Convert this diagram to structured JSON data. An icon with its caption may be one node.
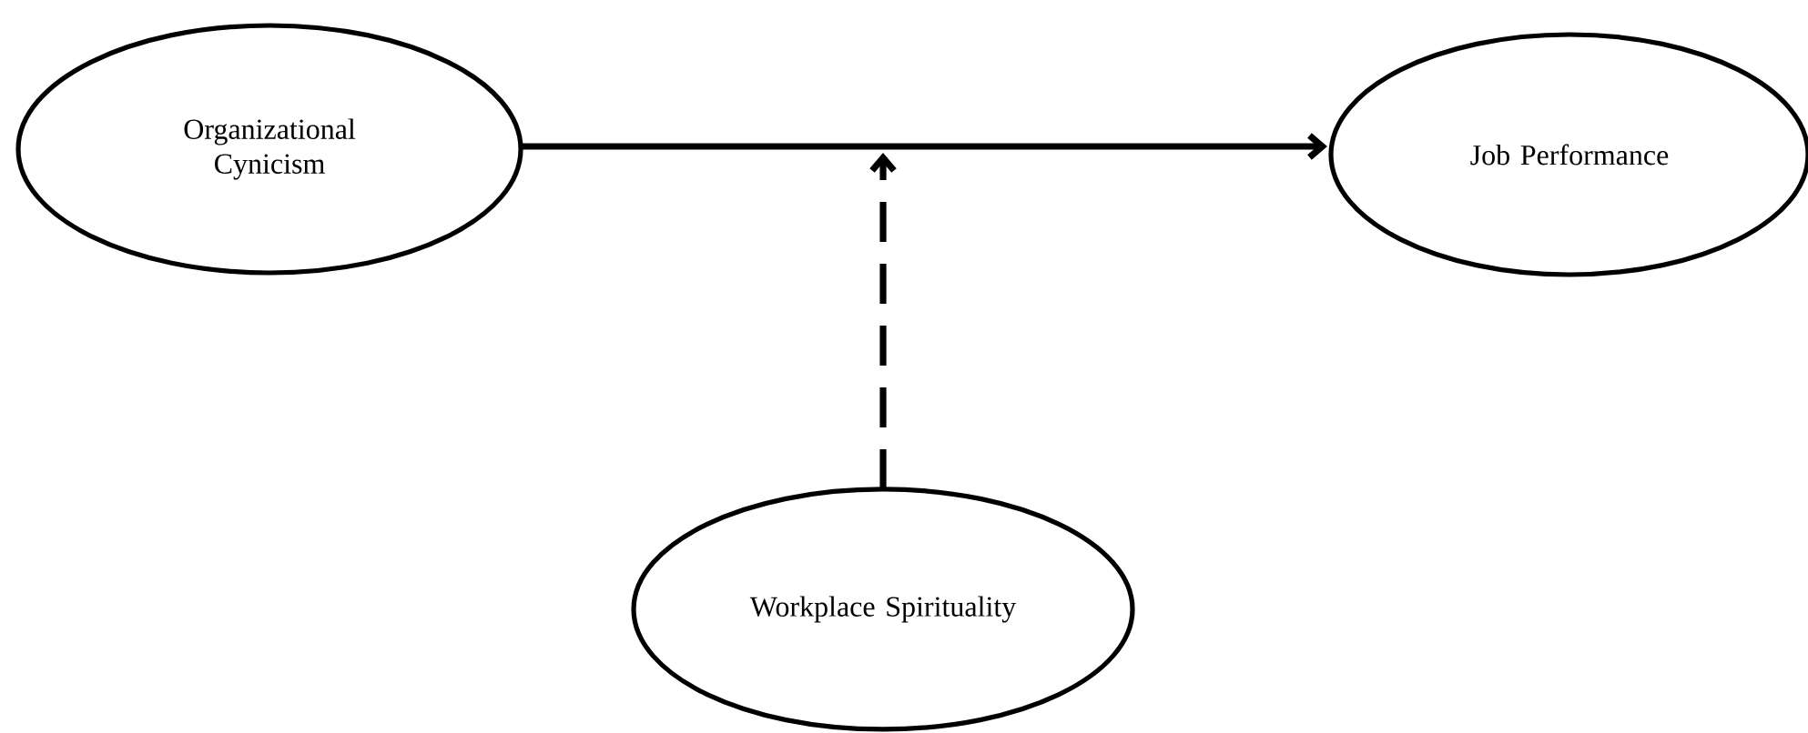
{
  "diagram": {
    "nodes": [
      {
        "text": [
          "Organizational Cynicism"
        ]
      },
      {
        "text": [
          "Job Performance"
        ]
      },
      {
        "text": [
          "Workplace Spirituality"
        ]
      }
    ],
    "edges": [
      {
        "from": 0,
        "to": 1,
        "arrow": "to"
      },
      {
        "from": 2,
        "to": null,
        "arrow": "to",
        "style": "dashed"
      }
    ]
  }
}
